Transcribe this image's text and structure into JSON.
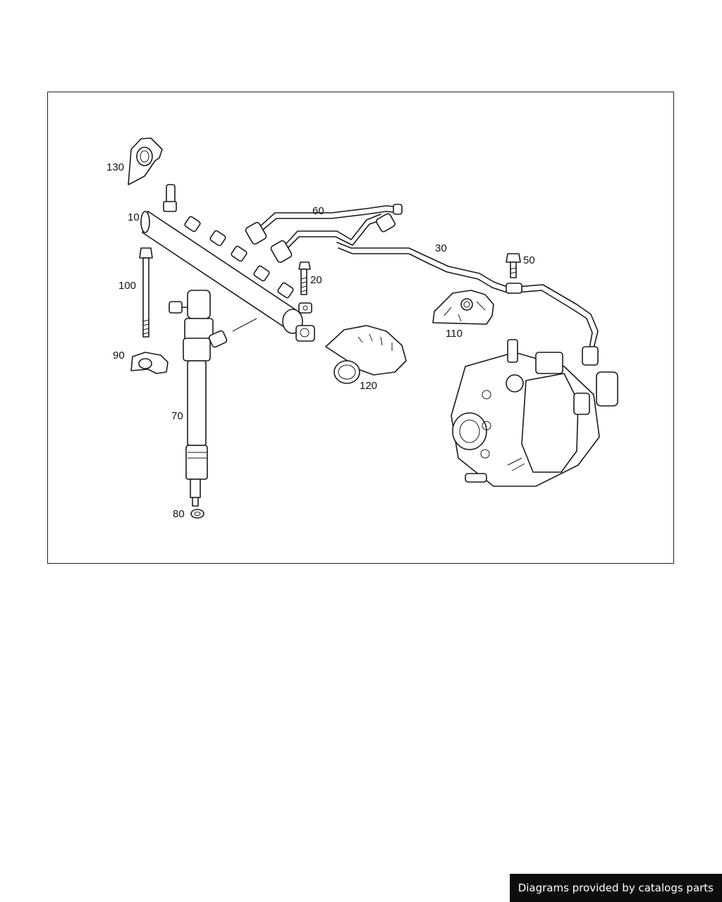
{
  "diagram": {
    "callouts": {
      "p10": "10",
      "p20": "20",
      "p30": "30",
      "p50": "50",
      "p60": "60",
      "p70": "70",
      "p80": "80",
      "p90": "90",
      "p100": "100",
      "p110": "110",
      "p120": "120",
      "p130": "130"
    }
  },
  "footer": {
    "credit": "Diagrams provided by catalogs parts"
  }
}
